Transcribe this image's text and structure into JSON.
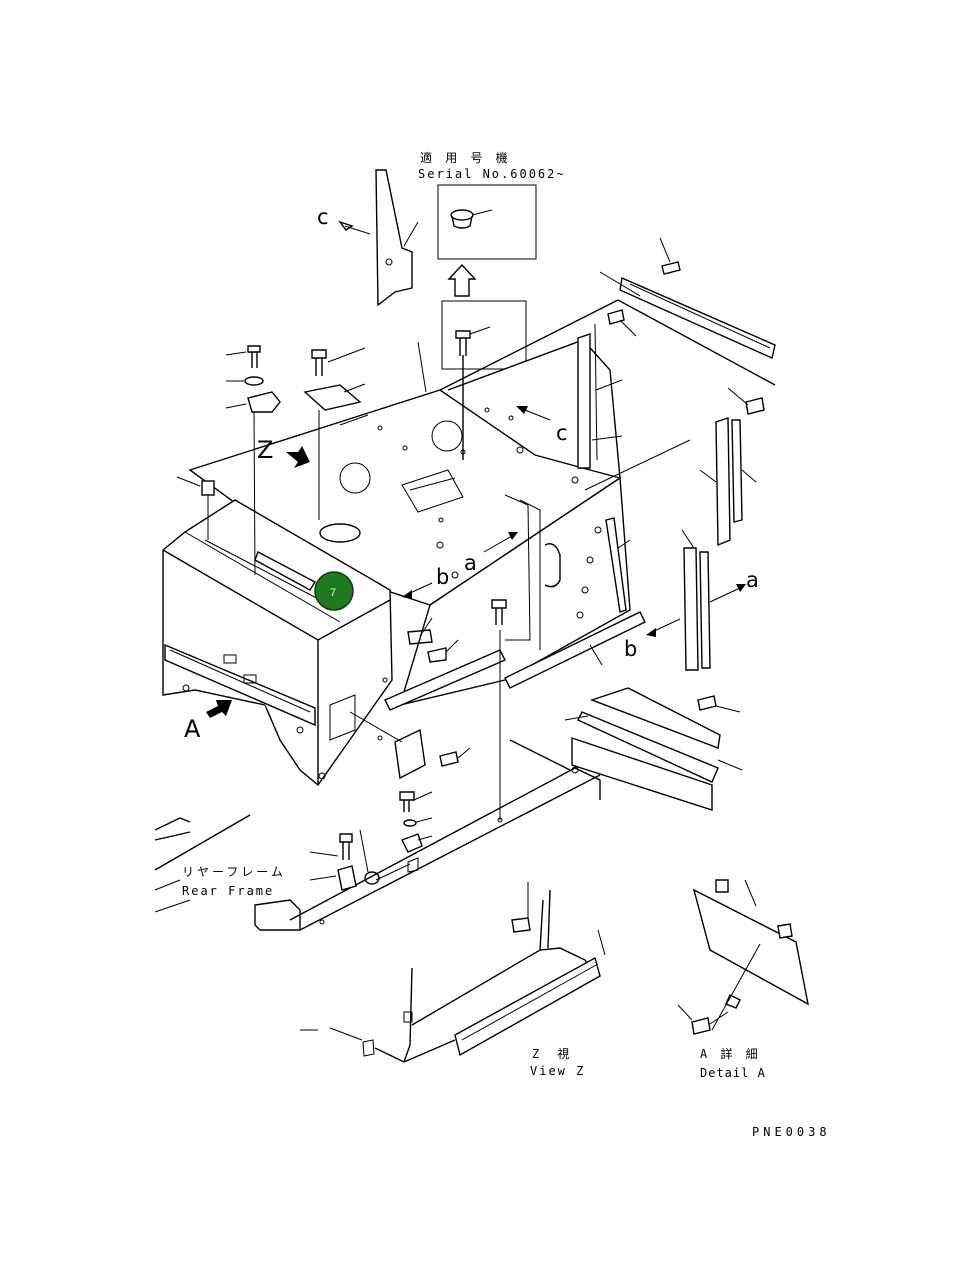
{
  "applicable": {
    "jp": "適 用 号 機",
    "en": "Serial No.60062~"
  },
  "view_labels": {
    "z_jp": "Z　視",
    "z_en": "View Z",
    "a_jp": "A 詳 細",
    "a_en": "Detail A"
  },
  "rear_frame": {
    "jp": "リヤーフレーム",
    "en": "Rear Frame"
  },
  "letters": {
    "c": "c",
    "a": "a",
    "b": "b",
    "Z": "Z",
    "A": "A"
  },
  "callout_badge": {
    "number": "7",
    "color": "#1f7a1f"
  },
  "code": "PNE0038"
}
